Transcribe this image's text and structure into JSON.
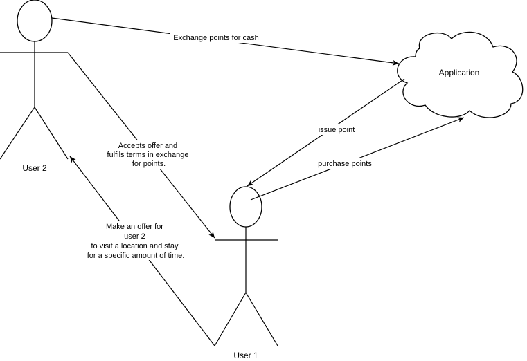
{
  "actors": {
    "user2": {
      "label": "User 2"
    },
    "user1": {
      "label": "User 1"
    }
  },
  "application": {
    "label": "Application"
  },
  "edges": {
    "exchange": {
      "label": "Exchange points for cash"
    },
    "accepts": {
      "lines": [
        "Accepts offer and",
        "fulfils terms in exchange",
        "for points."
      ]
    },
    "offer": {
      "lines": [
        "Make an offer for",
        "user  2",
        "to visit a location and stay",
        "for a specific amount of time."
      ]
    },
    "issue": {
      "label": "issue point"
    },
    "purchase": {
      "label": "purchase points"
    }
  }
}
